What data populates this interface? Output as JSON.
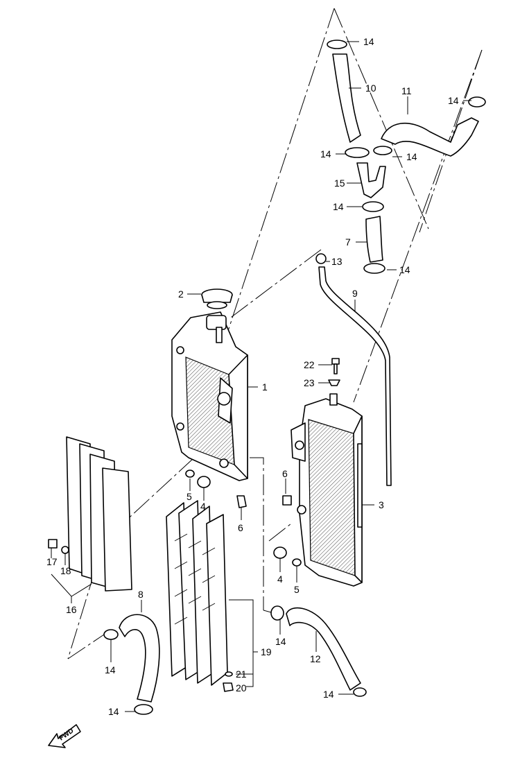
{
  "diagram": {
    "callouts": {
      "p1": "1",
      "p2": "2",
      "p3": "3",
      "p4a": "4",
      "p4b": "4",
      "p5a": "5",
      "p5b": "5",
      "p6a": "6",
      "p6b": "6",
      "p7": "7",
      "p8": "8",
      "p9": "9",
      "p10": "10",
      "p11": "11",
      "p12": "12",
      "p13": "13",
      "p14a": "14",
      "p14b": "14",
      "p14c": "14",
      "p14d": "14",
      "p14e": "14",
      "p14f": "14",
      "p14g": "14",
      "p14h": "14",
      "p14i": "14",
      "p14j": "14",
      "p15": "15",
      "p16": "16",
      "p17": "17",
      "p18": "18",
      "p19": "19",
      "p20": "20",
      "p21": "21",
      "p22": "22",
      "p23": "23"
    },
    "fwd_label": "FWD"
  }
}
